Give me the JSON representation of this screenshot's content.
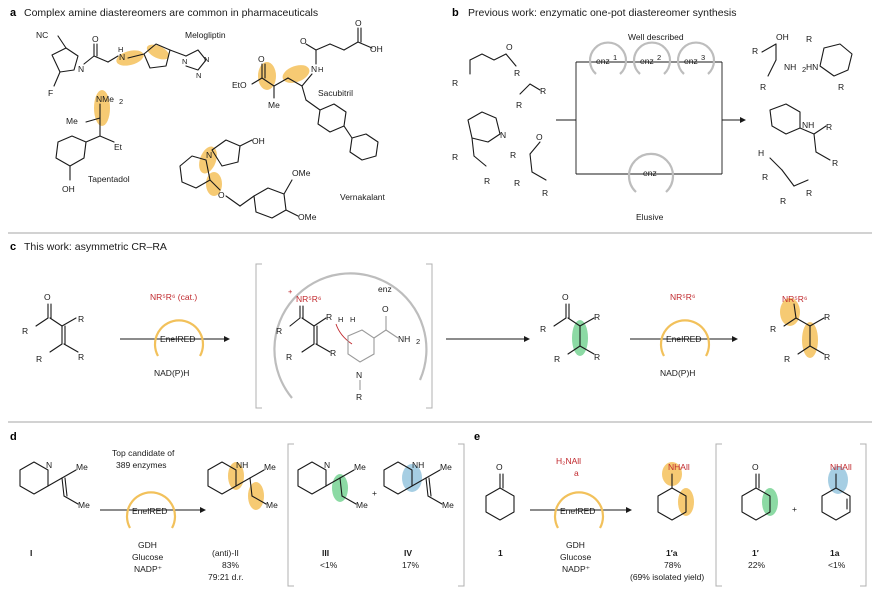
{
  "panels": {
    "a": {
      "label": "a",
      "title": "Complex amine diastereomers are common in pharmaceuticals",
      "drugs": [
        "Melogliptin",
        "Sacubitril",
        "Tapentadol",
        "Vernakalant"
      ],
      "atoms": {
        "nc": "NC",
        "f": "F",
        "n": "N",
        "o": "O",
        "nh": "N",
        "h": "H",
        "etooc": "EtO",
        "me": "Me",
        "oh": "OH",
        "nme2": "NMe",
        "et": "Et",
        "ome1": "OMe",
        "ome2": "OMe",
        "o2": "O",
        "n2": "N",
        "oh2": "OH",
        "hn": "H",
        "n3": "N",
        "n4": "N",
        "n5": "N",
        "cooh": "OH",
        "o3": "O",
        "o4": "O"
      }
    },
    "b": {
      "label": "b",
      "title": "Previous work: enzymatic one-pot diastereomer synthesis",
      "well_described": "Well described",
      "enzymes": [
        "enz",
        "enz",
        "enz"
      ],
      "enzyme_sup": [
        "1",
        "2",
        "3"
      ],
      "elusive_enzyme": "enz",
      "elusive": "Elusive",
      "r_groups": {
        "r1": "R",
        "r2": "R",
        "r3": "R",
        "r4": "R",
        "r5": "R",
        "r6": "R",
        "r7": "R",
        "r8": "R",
        "r9": "R"
      },
      "atoms": {
        "o": "O",
        "o2": "O",
        "oh": "OH",
        "nh2": "NH",
        "hn": "HN",
        "n": "N",
        "h2n": "H",
        "nh": "NH"
      }
    },
    "c": {
      "label": "c",
      "title": "This work: asymmetric CR–RA",
      "amine_cat": "NR⁵R⁶ (cat.)",
      "amine": "NR⁵R⁶",
      "enzyme": "EneIRED",
      "cofactor": "NAD(P)H",
      "enz_label": "enz",
      "nh2": "NH",
      "atoms": {
        "o": "O",
        "o2": "O",
        "o3": "O",
        "h": "H",
        "h2": "H",
        "n": "N",
        "r": "R"
      }
    },
    "d": {
      "label": "d",
      "top_candidate_line1": "Top candidate of",
      "top_candidate_line2": "389 enzymes",
      "enzyme": "EneIRED",
      "conditions": [
        "GDH",
        "Glucose",
        "NADP⁺"
      ],
      "compounds": [
        {
          "id": "I",
          "yield": ""
        },
        {
          "id": "(anti)-II",
          "yield": "83%",
          "dr": "79:21 d.r."
        },
        {
          "id": "III",
          "yield": "<1%"
        },
        {
          "id": "IV",
          "yield": "17%"
        }
      ],
      "plus": "+",
      "atoms": {
        "n": "N",
        "nh": "NH",
        "me": "Me"
      }
    },
    "e": {
      "label": "e",
      "amine": "H₂NAll",
      "amine_id": "a",
      "enzyme": "EneIRED",
      "conditions": [
        "GDH",
        "Glucose",
        "NADP⁺"
      ],
      "compounds": [
        {
          "id": "1",
          "yield": ""
        },
        {
          "id": "1′a",
          "yield": "78%",
          "note": "(69% isolated yield)"
        },
        {
          "id": "1′",
          "yield": "22%"
        },
        {
          "id": "1a",
          "yield": "<1%"
        }
      ],
      "plus": "+",
      "atoms": {
        "o": "O",
        "nhall": "NHAll"
      }
    }
  },
  "colors": {
    "highlight_orange": "#f5c15a",
    "highlight_green": "#7fd69a",
    "highlight_blue": "#9cc9e0",
    "amine_red": "#c0282d",
    "enzyme_ring": "#f2c15b",
    "grey": "#bdbdbd"
  }
}
